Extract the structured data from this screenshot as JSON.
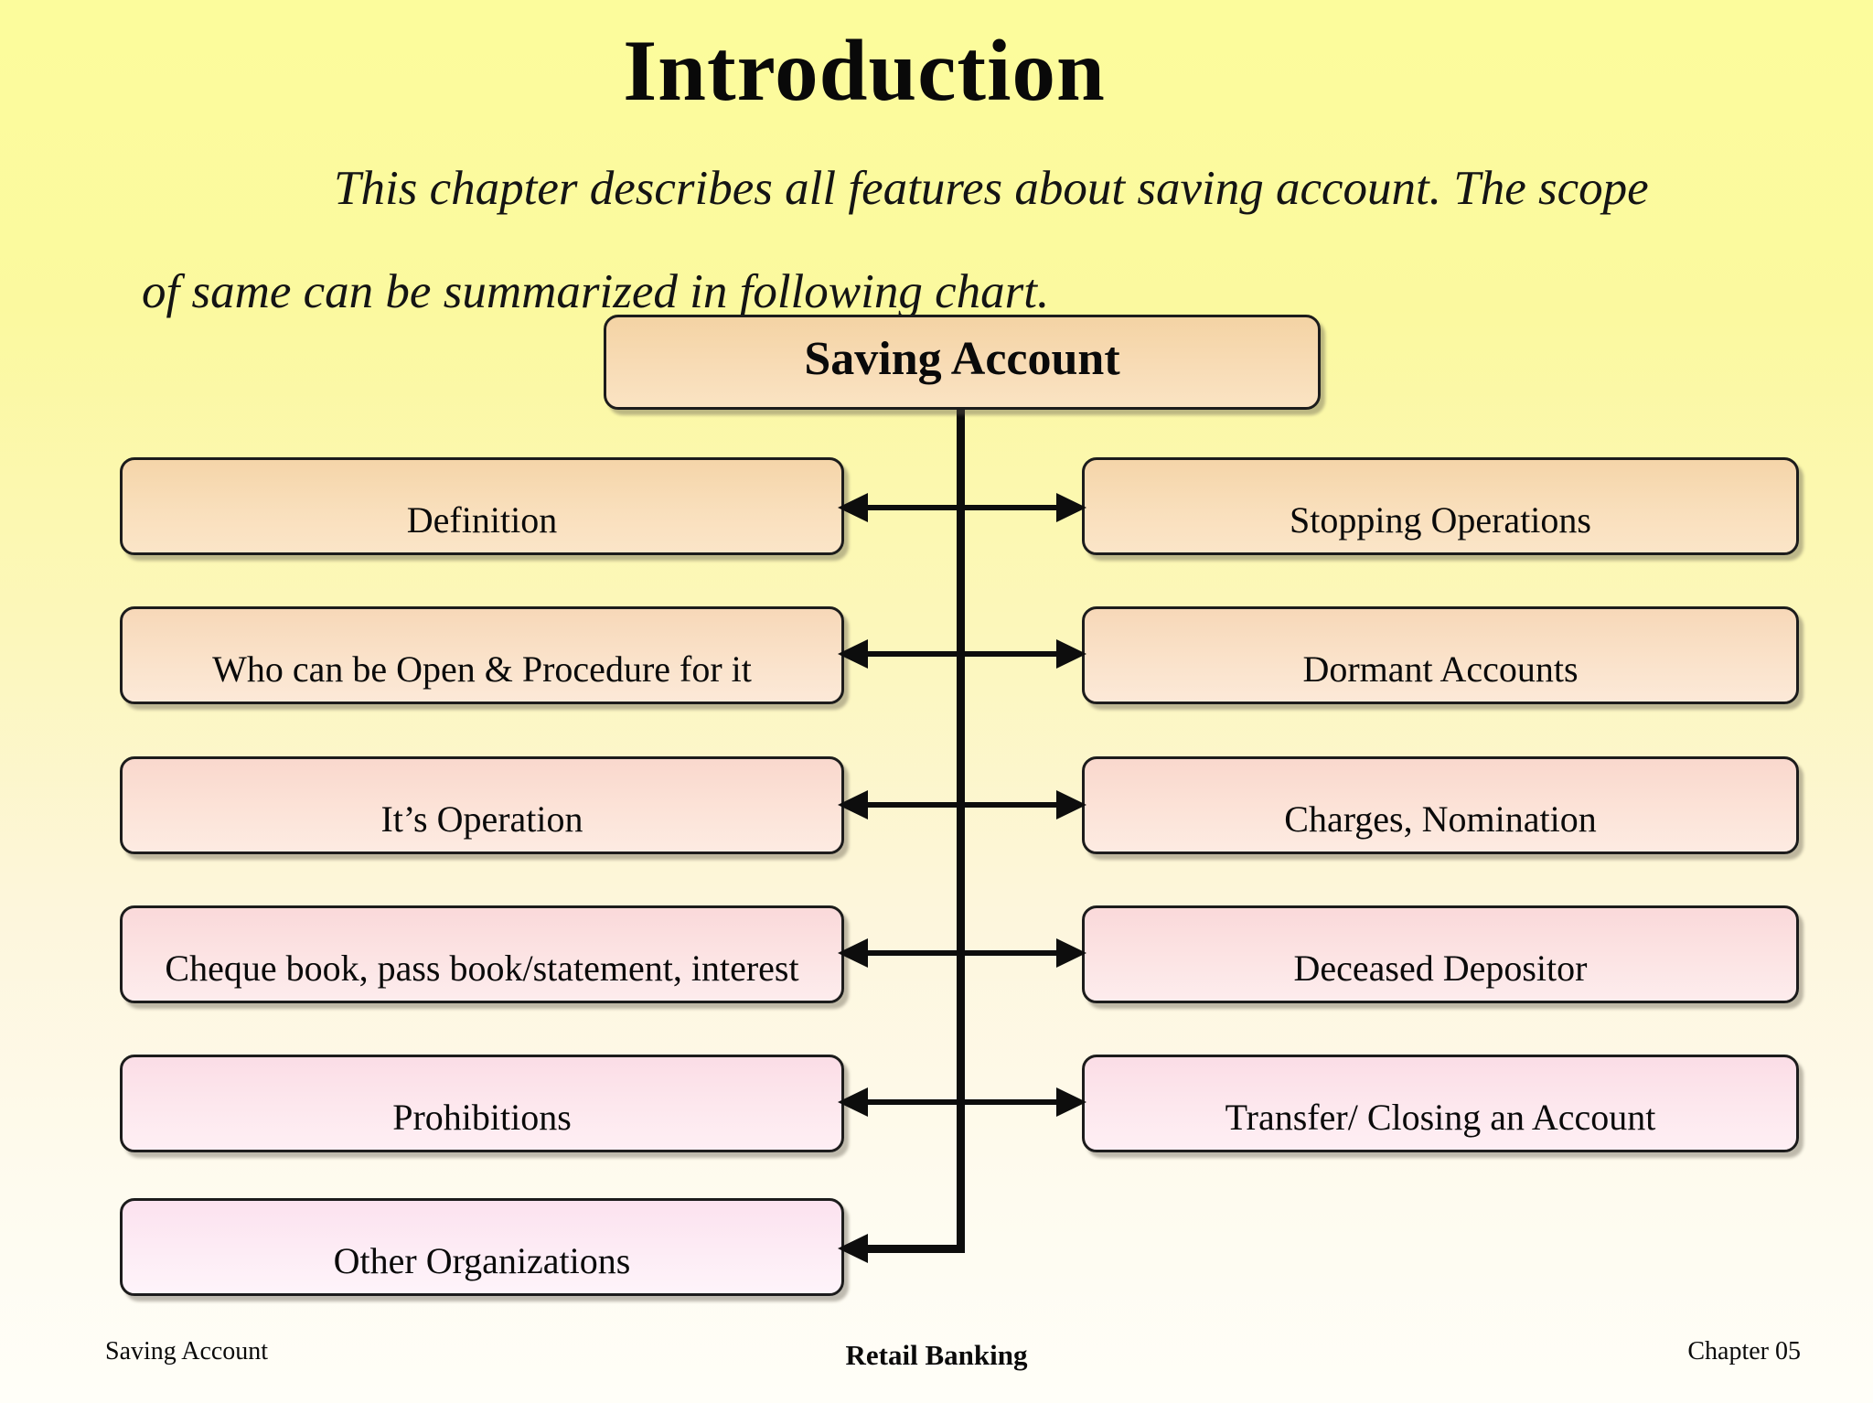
{
  "slide": {
    "title": "Introduction",
    "intro_lines": [
      "This chapter describes all features about saving account. The scope",
      "of same can be summarized in following chart."
    ],
    "footer": {
      "left": "Saving Account",
      "center": "Retail Banking",
      "right": "Chapter 05"
    }
  },
  "chart": {
    "type": "flowchart",
    "root": "Saving Account",
    "left_items": [
      "Definition",
      "Who can be Open & Procedure for it",
      "It’s Operation",
      "Cheque book, pass book/statement, interest",
      "Prohibitions",
      "Other Organizations"
    ],
    "right_items": [
      "Stopping Operations",
      "Dormant Accounts",
      "Charges, Nomination",
      "Deceased Depositor",
      "Transfer/ Closing an Account"
    ],
    "connector_style": "double-headed arrows from central trunk; last left item receives single left arrow"
  },
  "colors": {
    "background_top": "#fcfc9c",
    "background_bottom": "#fffef8",
    "box_border": "#1c1c1c",
    "arrow": "#0d0d0d",
    "box_gradient_row1": [
      "#f5d5a9",
      "#fbe5c8"
    ],
    "box_gradient_row2": [
      "#f7d8b8",
      "#fce9d8"
    ],
    "box_gradient_row3": [
      "#f9d8cd",
      "#fdebe2"
    ],
    "box_gradient_row4": [
      "#fad9da",
      "#fdeced"
    ],
    "box_gradient_row5": [
      "#fbdde6",
      "#feeff4"
    ],
    "box_gradient_row6": [
      "#fce2ef",
      "#fef4fa"
    ],
    "text": "#0a0a0a"
  }
}
